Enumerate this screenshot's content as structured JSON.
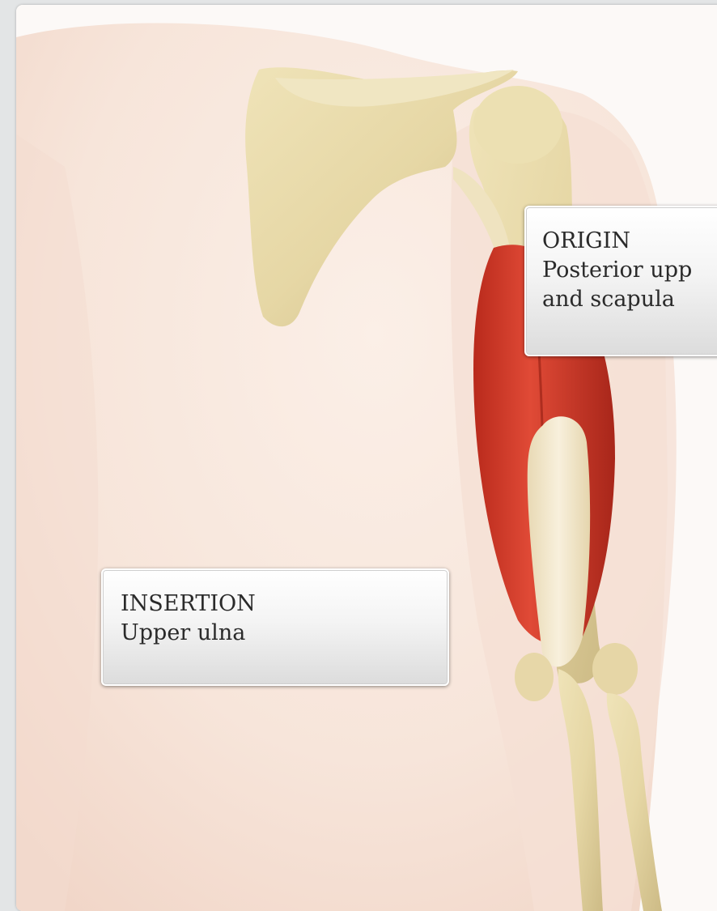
{
  "callouts": {
    "origin": {
      "heading": "ORIGIN",
      "line1": "Posterior upp",
      "line2": "and scapula"
    },
    "insertion": {
      "heading": "INSERTION",
      "line1": "Upper ulna"
    }
  },
  "colors": {
    "skin": "#f6e6dc",
    "bone": "#e9dcae",
    "muscle": "#d8402e",
    "tendon": "#f3ead2"
  }
}
